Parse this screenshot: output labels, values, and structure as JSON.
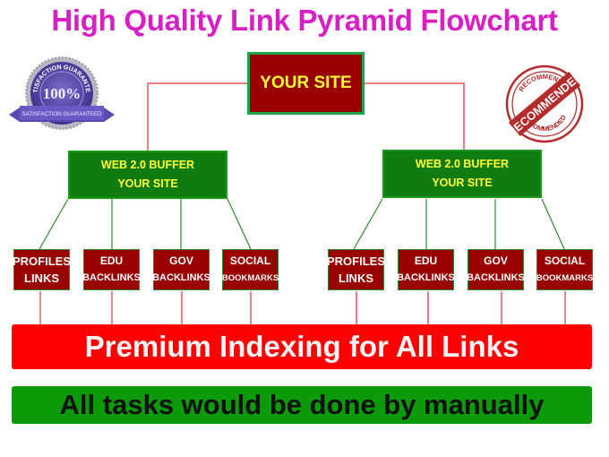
{
  "title": "High Quality Link Pyramid Flowchart",
  "root": {
    "label": "YOUR SITE"
  },
  "buffers": [
    {
      "line1": "WEB 2.0 BUFFER",
      "line2": "YOUR SITE"
    },
    {
      "line1": "WEB 2.0 BUFFER",
      "line2": "YOUR SITE"
    }
  ],
  "leaves": [
    {
      "line1": "PROFILES",
      "line2": "LINKS"
    },
    {
      "line1": "EDU",
      "line2": "BACKLINKS"
    },
    {
      "line1": "GOV",
      "line2": "BACKLINKS"
    },
    {
      "line1": "SOCIAL",
      "line2": "BOOKMARKS"
    },
    {
      "line1": "PROFILES",
      "line2": "LINKS"
    },
    {
      "line1": "EDU",
      "line2": "BACKLINKS"
    },
    {
      "line1": "GOV",
      "line2": "BACKLINKS"
    },
    {
      "line1": "SOCIAL",
      "line2": "BOOKMARKS"
    }
  ],
  "indexing_banner": "Premium Indexing for All Links",
  "manual_banner": "All tasks would be done by manually",
  "badges": {
    "satisfaction": {
      "arc_text": "SATISFACTION GUARANTEED",
      "number": "100%",
      "ribbon_text": "SATISFACTION GUARANTEED"
    },
    "recommended": {
      "stamp_text": "RECOMMENDED"
    }
  },
  "colors": {
    "title": "#d81fc4",
    "root_fill": "#990000",
    "buffer_fill": "#107c10",
    "box_text_yellow": "#ffff33",
    "leaf_fill": "#990000",
    "red_banner": "#ff0000",
    "green_banner": "#0a9a0a",
    "connector_red": "#e0303a",
    "connector_green": "#2e8b2e"
  }
}
